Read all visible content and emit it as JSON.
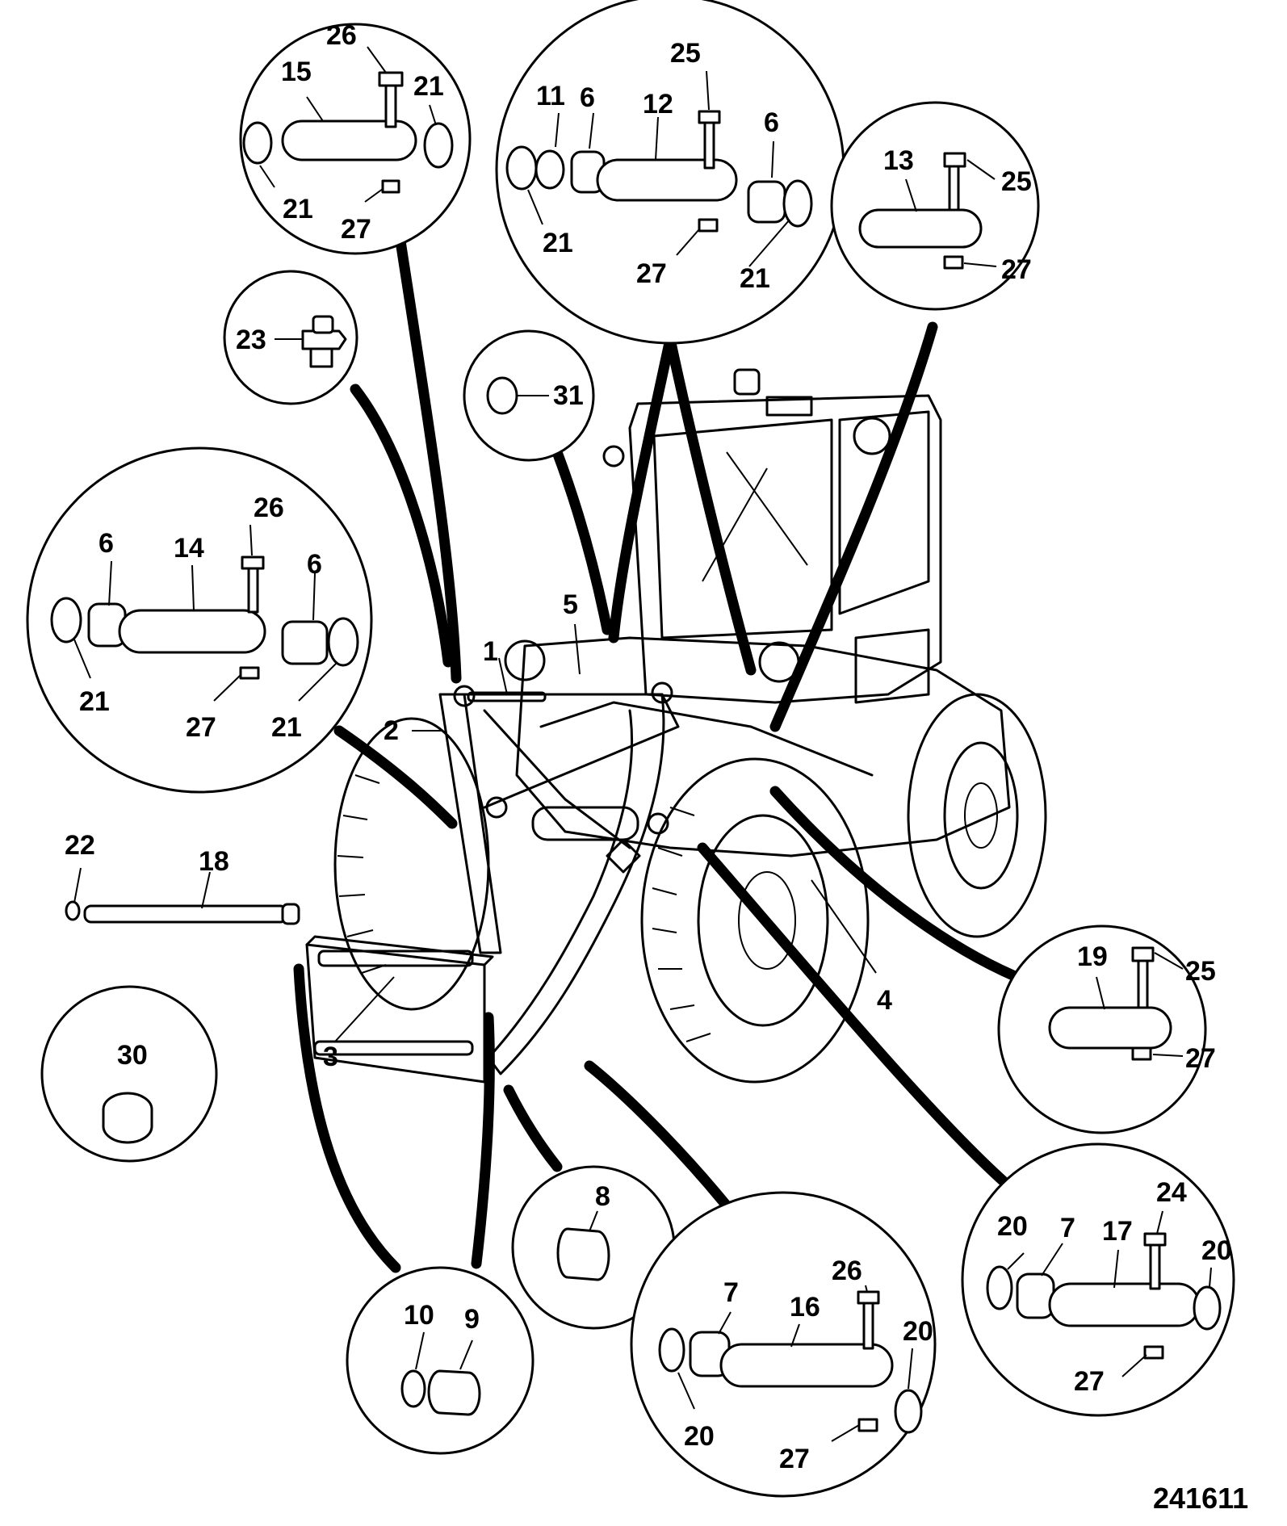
{
  "figure": {
    "figure_number": "241611",
    "callouts": {
      "c_15": "15",
      "c_26a": "26",
      "c_21a": "21",
      "c_21b": "21",
      "c_27a": "27",
      "c_25a": "25",
      "c_11": "11",
      "c_6a": "6",
      "c_12": "12",
      "c_6b": "6",
      "c_21c": "21",
      "c_27b": "27",
      "c_21d": "21",
      "c_13": "13",
      "c_25b": "25",
      "c_27c": "27",
      "c_23": "23",
      "c_31": "31",
      "c_26b": "26",
      "c_6c": "6",
      "c_14": "14",
      "c_6d": "6",
      "c_21e": "21",
      "c_27d": "27",
      "c_21f": "21",
      "c_1": "1",
      "c_2": "2",
      "c_5": "5",
      "c_3": "3",
      "c_4": "4",
      "c_22": "22",
      "c_18": "18",
      "c_30": "30",
      "c_19": "19",
      "c_25c": "25",
      "c_27e": "27",
      "c_8": "8",
      "c_10": "10",
      "c_9": "9",
      "c_7a": "7",
      "c_26c": "26",
      "c_16": "16",
      "c_20a": "20",
      "c_20b": "20",
      "c_27f": "27",
      "c_20c": "20",
      "c_7b": "7",
      "c_17": "17",
      "c_24": "24",
      "c_20d": "20",
      "c_27g": "27"
    }
  }
}
